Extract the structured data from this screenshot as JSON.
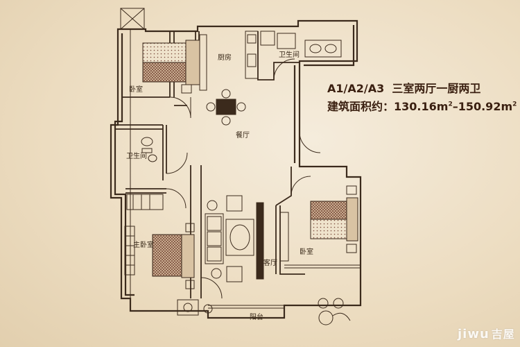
{
  "header": {
    "models": "A1/A2/A3",
    "layout": "三室两厅一厨两卫",
    "area_label": "建筑面积约：",
    "area_from": "130.16",
    "area_to": "150.92",
    "unit": "m",
    "unit_sup": "2"
  },
  "rooms": {
    "bedroom_nw": "卧室",
    "kitchen": "厨房",
    "bath_top": "卫生间",
    "dining": "餐厅",
    "bath_left": "卫生间",
    "master": "主卧室",
    "living": "客厅",
    "bedroom_e": "卧室",
    "balcony": "阳台"
  },
  "watermark": {
    "brand": "jiwu",
    "brand_cn": "吉屋"
  },
  "colors": {
    "wall": "#3b2a1c",
    "bed": "#7a4a3a",
    "paper": "#efe3cc"
  }
}
